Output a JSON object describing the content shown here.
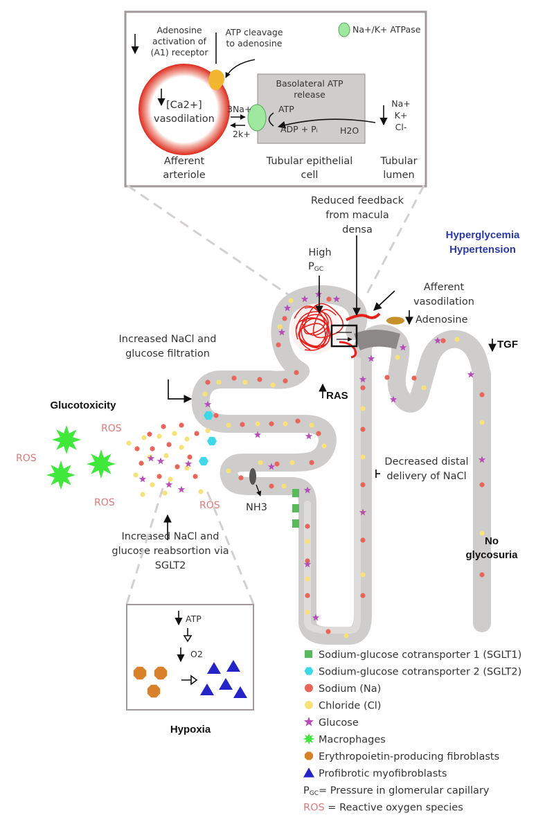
{
  "colors": {
    "tubule": "#cfcccc",
    "frame": "#a29a9a",
    "sodium": "#e8655a",
    "chloride": "#f7e27a",
    "glucose": "#b54db8",
    "sglt1": "#5cb85c",
    "sglt2": "#3ed8e8",
    "macrophage": "#3fe83a",
    "epo_fibroblast": "#d8802a",
    "myofibroblast": "#2424c8",
    "ros": "#e07a78",
    "condition": "#2b3aa8",
    "vessel": "#e8201c"
  },
  "inset": {
    "adenosine": [
      "Adenosine",
      "activation of",
      "(A1) receptor"
    ],
    "atp_cleavage": [
      "ATP cleavage",
      "to adenosine"
    ],
    "atpase_legend": "Na+/K+ ATPase",
    "basolateral": [
      "Basolateral ATP",
      "release"
    ],
    "ca": "[Ca2+]",
    "vasodilation": "vasodilation",
    "na3": "3Na+",
    "k2": "2k+",
    "atp": "ATP",
    "adp": "ADP  + Pᵢ",
    "h2o": "H2O",
    "ions": [
      "Na+",
      "K+",
      "Cl-"
    ],
    "afferent_arteriole": [
      "Afferent",
      "arteriole"
    ],
    "tubular_epithelial": [
      "Tubular epithelial",
      "cell"
    ],
    "tubular_lumen": [
      "Tubular",
      "lumen"
    ]
  },
  "labels": {
    "reduced_feedback": [
      "Reduced feedback",
      "from macula",
      "densa"
    ],
    "conditions": [
      "Hyperglycemia",
      "Hypertension"
    ],
    "high_pgc_1": "High",
    "high_pgc_2": "P",
    "high_pgc_sub": "GC",
    "afferent_vasodilation": [
      "Afferent",
      "vasodilation"
    ],
    "adenosine": "Adenosine",
    "tgf": "TGF",
    "increased_filtration": [
      "Increased NaCl and",
      "glucose filtration"
    ],
    "ras": "RAS",
    "glucotoxicity": "Glucotoxicity",
    "ros": "ROS",
    "decreased_distal": [
      "Decreased distal",
      "delivery of NaCl"
    ],
    "nh3": "NH3",
    "increased_reabsorption": [
      "Increased NaCl and",
      "glucose reabsortion via",
      "SGLT2"
    ],
    "no_glycosuria": [
      "No",
      "glycosuria"
    ],
    "hypoxia_atp": "ATP",
    "hypoxia_o2": "O2",
    "hypoxia": "Hypoxia"
  },
  "legend": [
    {
      "icon": "square-icon",
      "text": "Sodium-glucose cotransporter 1 (SGLT1)"
    },
    {
      "icon": "hexagon-icon",
      "text": "Sodium-glucose cotransporter 2 (SGLT2)"
    },
    {
      "icon": "circle-icon",
      "text": "Sodium (Na)"
    },
    {
      "icon": "circle-icon",
      "text": "Chloride (Cl)"
    },
    {
      "icon": "star-icon",
      "text": "Glucose"
    },
    {
      "icon": "burst-icon",
      "text": "Macrophages"
    },
    {
      "icon": "circle-icon",
      "text": "Erythropoietin-producing fibroblasts"
    },
    {
      "icon": "triangle-icon",
      "text": "Profibrotic myofibroblasts"
    }
  ],
  "legend_pgc": {
    "p": "P",
    "sub": "GC",
    "text": "= Pressure in glomerular capillary"
  },
  "legend_ros": {
    "ros": "ROS",
    "text": " = Reactive oxygen species"
  }
}
